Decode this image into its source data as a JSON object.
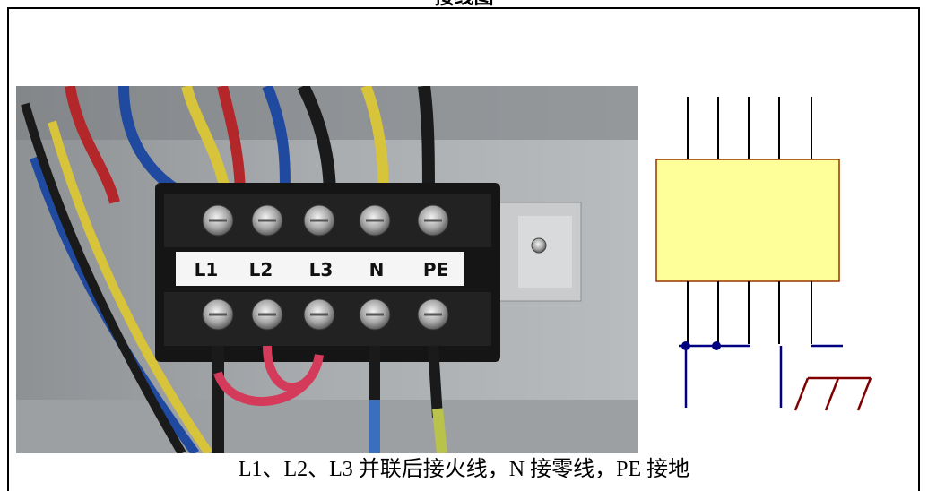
{
  "header": {
    "title": "接线图"
  },
  "photo": {
    "terminal_labels": [
      "L1",
      "L2",
      "L3",
      "N",
      "PE"
    ]
  },
  "caption": "L1、L2、L3 并联后接火线，N 接零线，PE 接地",
  "colors": {
    "module_fill": "#ffff99",
    "module_border": "#993300",
    "bus_line": "#000080",
    "ground_symbol": "#800000",
    "terminal_block": "#1a1a1a"
  }
}
